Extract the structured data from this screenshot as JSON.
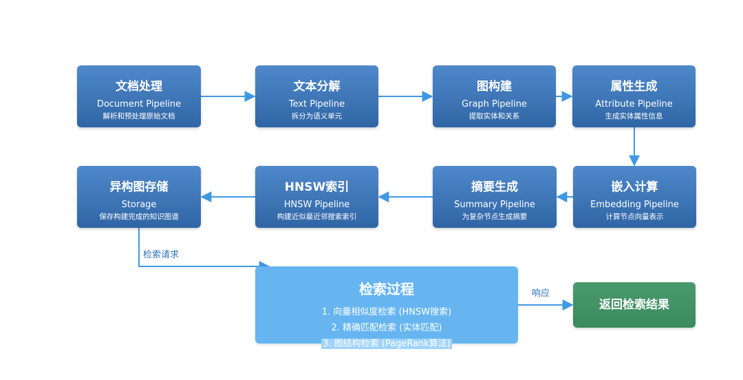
{
  "nodes": [
    {
      "id": "doc",
      "title": "文档处理",
      "subtitle": "Document Pipeline",
      "desc": "解析和预处理原始文档"
    },
    {
      "id": "text",
      "title": "文本分解",
      "subtitle": "Text Pipeline",
      "desc": "拆分为语义单元"
    },
    {
      "id": "graph",
      "title": "图构建",
      "subtitle": "Graph Pipeline",
      "desc": "提取实体和关系"
    },
    {
      "id": "attr",
      "title": "属性生成",
      "subtitle": "Attribute Pipeline",
      "desc": "生成实体属性信息"
    },
    {
      "id": "storage",
      "title": "异构图存储",
      "subtitle": "Storage",
      "desc": "保存构建完成的知识图谱"
    },
    {
      "id": "hnsw",
      "title": "HNSW索引",
      "subtitle": "HNSW Pipeline",
      "desc": "构建近似最近邻搜索索引"
    },
    {
      "id": "summary",
      "title": "摘要生成",
      "subtitle": "Summary Pipeline",
      "desc": "为复杂节点生成摘要"
    },
    {
      "id": "embed",
      "title": "嵌入计算",
      "subtitle": "Embedding Pipeline",
      "desc": "计算节点向量表示"
    }
  ],
  "retrieval": {
    "title": "检索过程",
    "steps": [
      "1. 向量相似度检索 (HNSW搜索)",
      "2. 精确匹配检索 (实体匹配)",
      "3. 图结构检索 (PageRank算法)"
    ]
  },
  "result": {
    "title": "返回检索结果"
  },
  "edge_labels": {
    "request": "检索请求",
    "response": "响应"
  },
  "colors": {
    "pipeline_node": "#3f78bc",
    "retrieval_node": "#66b5f1",
    "result_node": "#3f8f64",
    "arrow": "#3f98e4",
    "label": "#2e73b8"
  }
}
